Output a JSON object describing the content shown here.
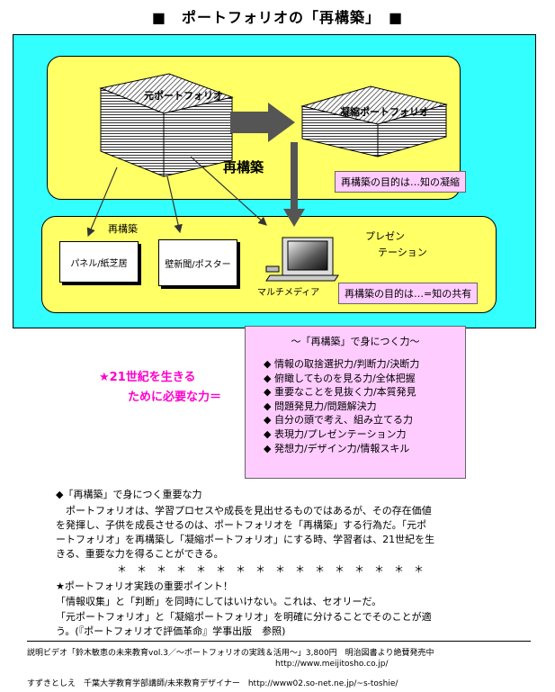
{
  "title": "■　ポートフォリオの「再構築」　■",
  "diagram": {
    "original_portfolio": "元ポートフォリオ",
    "condensed_portfolio": "凝縮ポートフォリオ",
    "restructure_big": "再構築",
    "purpose1": "再構築の目的は…知の凝縮",
    "restructure_small": "再構築",
    "panel": "パネル/紙芝居",
    "newspaper": "壁新聞/ポスター",
    "multimedia": "マルチメディア",
    "presentation_line1": "プレゼン",
    "presentation_line2": "テーション",
    "purpose2": "再構築の目的は…=知の共有",
    "skills_title": "～「再構築」で身につく力～",
    "skills": [
      "情報の取捨選択力/判断力/決断力",
      "俯瞰してものを見る力/全体把握",
      "重要なことを見抜く力/本質発見",
      "問題発見力/問題解決力",
      "自分の頭で考え、組み立てる力",
      "表現力/プレゼンテーション力",
      "発想力/デザイン力/情報スキル"
    ],
    "bullet": "◆",
    "century_line1": "★21世紀を生きる",
    "century_line2": "ために必要な力＝"
  },
  "text": {
    "section1_heading": "◆「再構築」で身につく重要な力",
    "section1_body": [
      "　ポートフォリオは、学習プロセスや成長を見出せるものではあるが、その存在価値",
      "を発揮し、子供を成長させるのは、ポートフォリオを「再構築」する行為だ。「元ポ",
      "ートフォリオ」を再構築し「凝縮ポートフォリオ」にする時、学習者は、21世紀を生",
      "きる、重要な力を得ることができる。"
    ],
    "stars": "＊　＊　＊　＊　＊　＊　＊　＊　＊　＊　＊　＊　＊　＊　＊　＊",
    "section2_heading": "★ポートフォリオ実践の重要ポイント！",
    "section2_body": [
      "「情報収集」と「判断」を同時にしてはいけない。これは、セオリーだ。",
      "「元ポートフォリオ」と「凝縮ポートフォリオ」を明確に分けることでそのことが適",
      "う。(『ポートフォリオで評価革命』学事出版　参照)"
    ]
  },
  "footer": {
    "line1": "説明ビデオ「鈴木敏恵の未来教育vol.3／～ポートフォリオの実践＆活用～」3,800円　明治図書より絶賛発売中",
    "line2": "http://www.meijitosho.co.jp/",
    "line3": "すずきとしえ　千葉大学教育学部講師/未来教育デザイナー　http://www02.so-net.ne.jp/~s-toshie/"
  }
}
